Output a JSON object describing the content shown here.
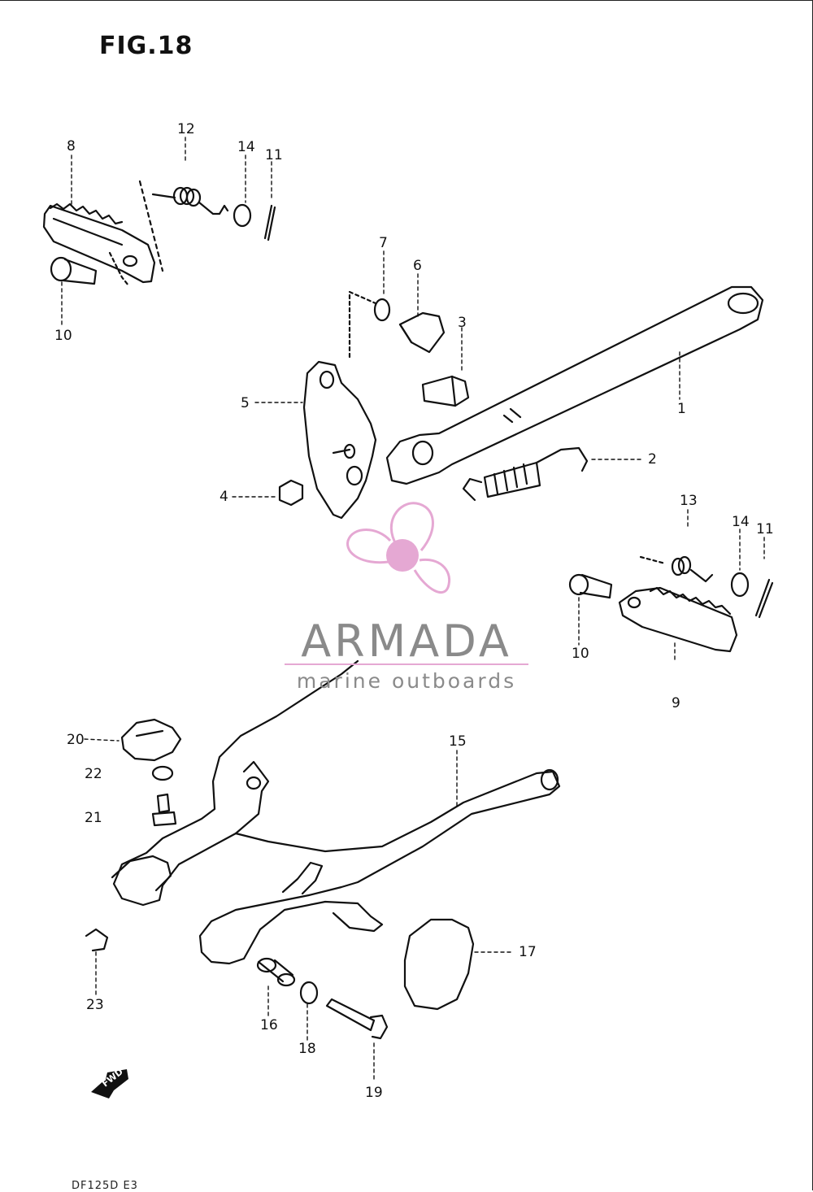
{
  "figure": {
    "title": "FIG.18",
    "footer_code": "DF125D E3"
  },
  "watermark": {
    "brand": "ARMADA",
    "tagline": "marine outboards",
    "color_accent": "#e5a8d3",
    "color_text": "#8a8a8a"
  },
  "fwd_marker": {
    "text": "FWD",
    "icon": "forward-arrow-icon"
  },
  "callouts": [
    {
      "id": "c8",
      "text": "8"
    },
    {
      "id": "c12",
      "text": "12"
    },
    {
      "id": "c14a",
      "text": "14"
    },
    {
      "id": "c11a",
      "text": "11"
    },
    {
      "id": "c10a",
      "text": "10"
    },
    {
      "id": "c7",
      "text": "7"
    },
    {
      "id": "c6",
      "text": "6"
    },
    {
      "id": "c3",
      "text": "3"
    },
    {
      "id": "c5",
      "text": "5"
    },
    {
      "id": "c1",
      "text": "1"
    },
    {
      "id": "c2",
      "text": "2"
    },
    {
      "id": "c4",
      "text": "4"
    },
    {
      "id": "c13",
      "text": "13"
    },
    {
      "id": "c14b",
      "text": "14"
    },
    {
      "id": "c11b",
      "text": "11"
    },
    {
      "id": "c10b",
      "text": "10"
    },
    {
      "id": "c9",
      "text": "9"
    },
    {
      "id": "c20",
      "text": "20"
    },
    {
      "id": "c15",
      "text": "15"
    },
    {
      "id": "c22",
      "text": "22"
    },
    {
      "id": "c21",
      "text": "21"
    },
    {
      "id": "c17",
      "text": "17"
    },
    {
      "id": "c23",
      "text": "23"
    },
    {
      "id": "c16",
      "text": "16"
    },
    {
      "id": "c18",
      "text": "18"
    },
    {
      "id": "c19",
      "text": "19"
    }
  ]
}
